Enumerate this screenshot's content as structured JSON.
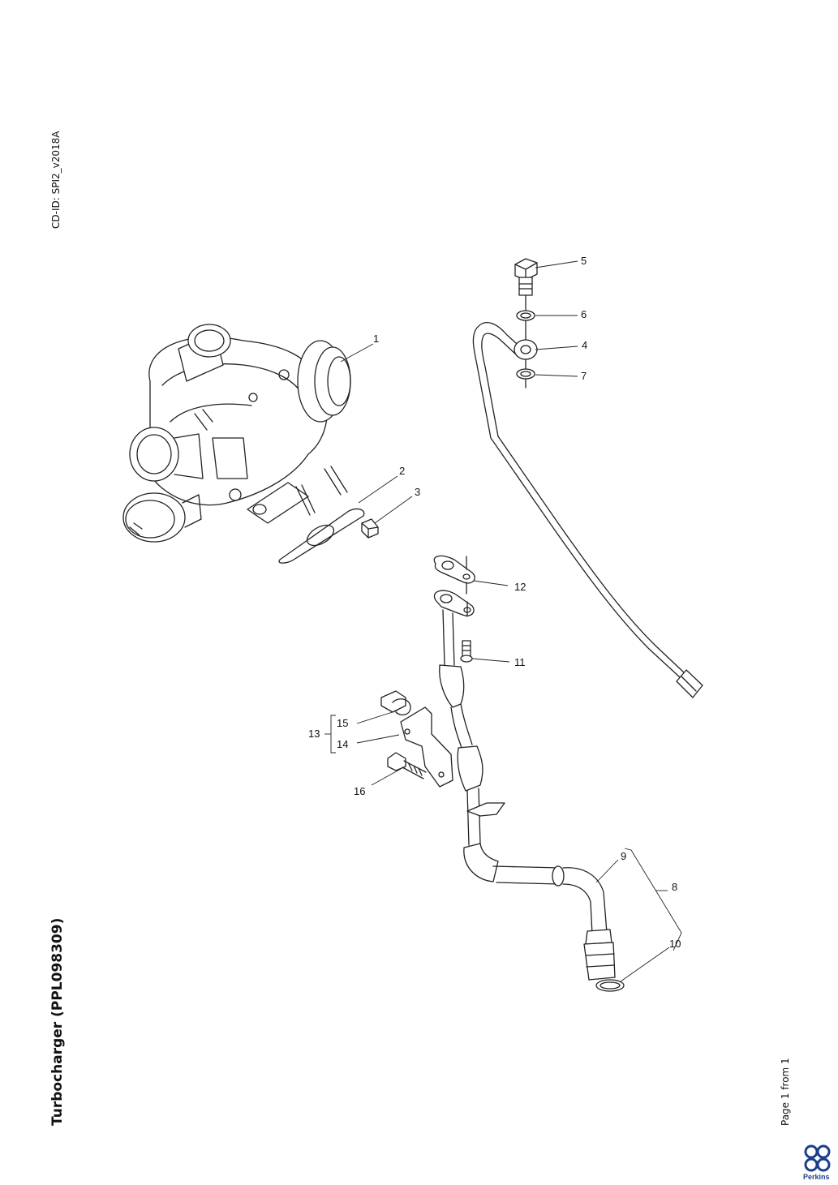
{
  "header": {
    "doc_id": "CD-ID: SPI2_v2018A"
  },
  "title": "Turbocharger (PPL098309)",
  "footer": {
    "page_info": "Page 1 from 1"
  },
  "brand": {
    "logo_text": "Perkins",
    "color": "#1c3f8c"
  },
  "callouts": [
    "1",
    "2",
    "3",
    "4",
    "5",
    "6",
    "7",
    "8",
    "9",
    "10",
    "11",
    "12",
    "13",
    "14",
    "15",
    "16"
  ]
}
